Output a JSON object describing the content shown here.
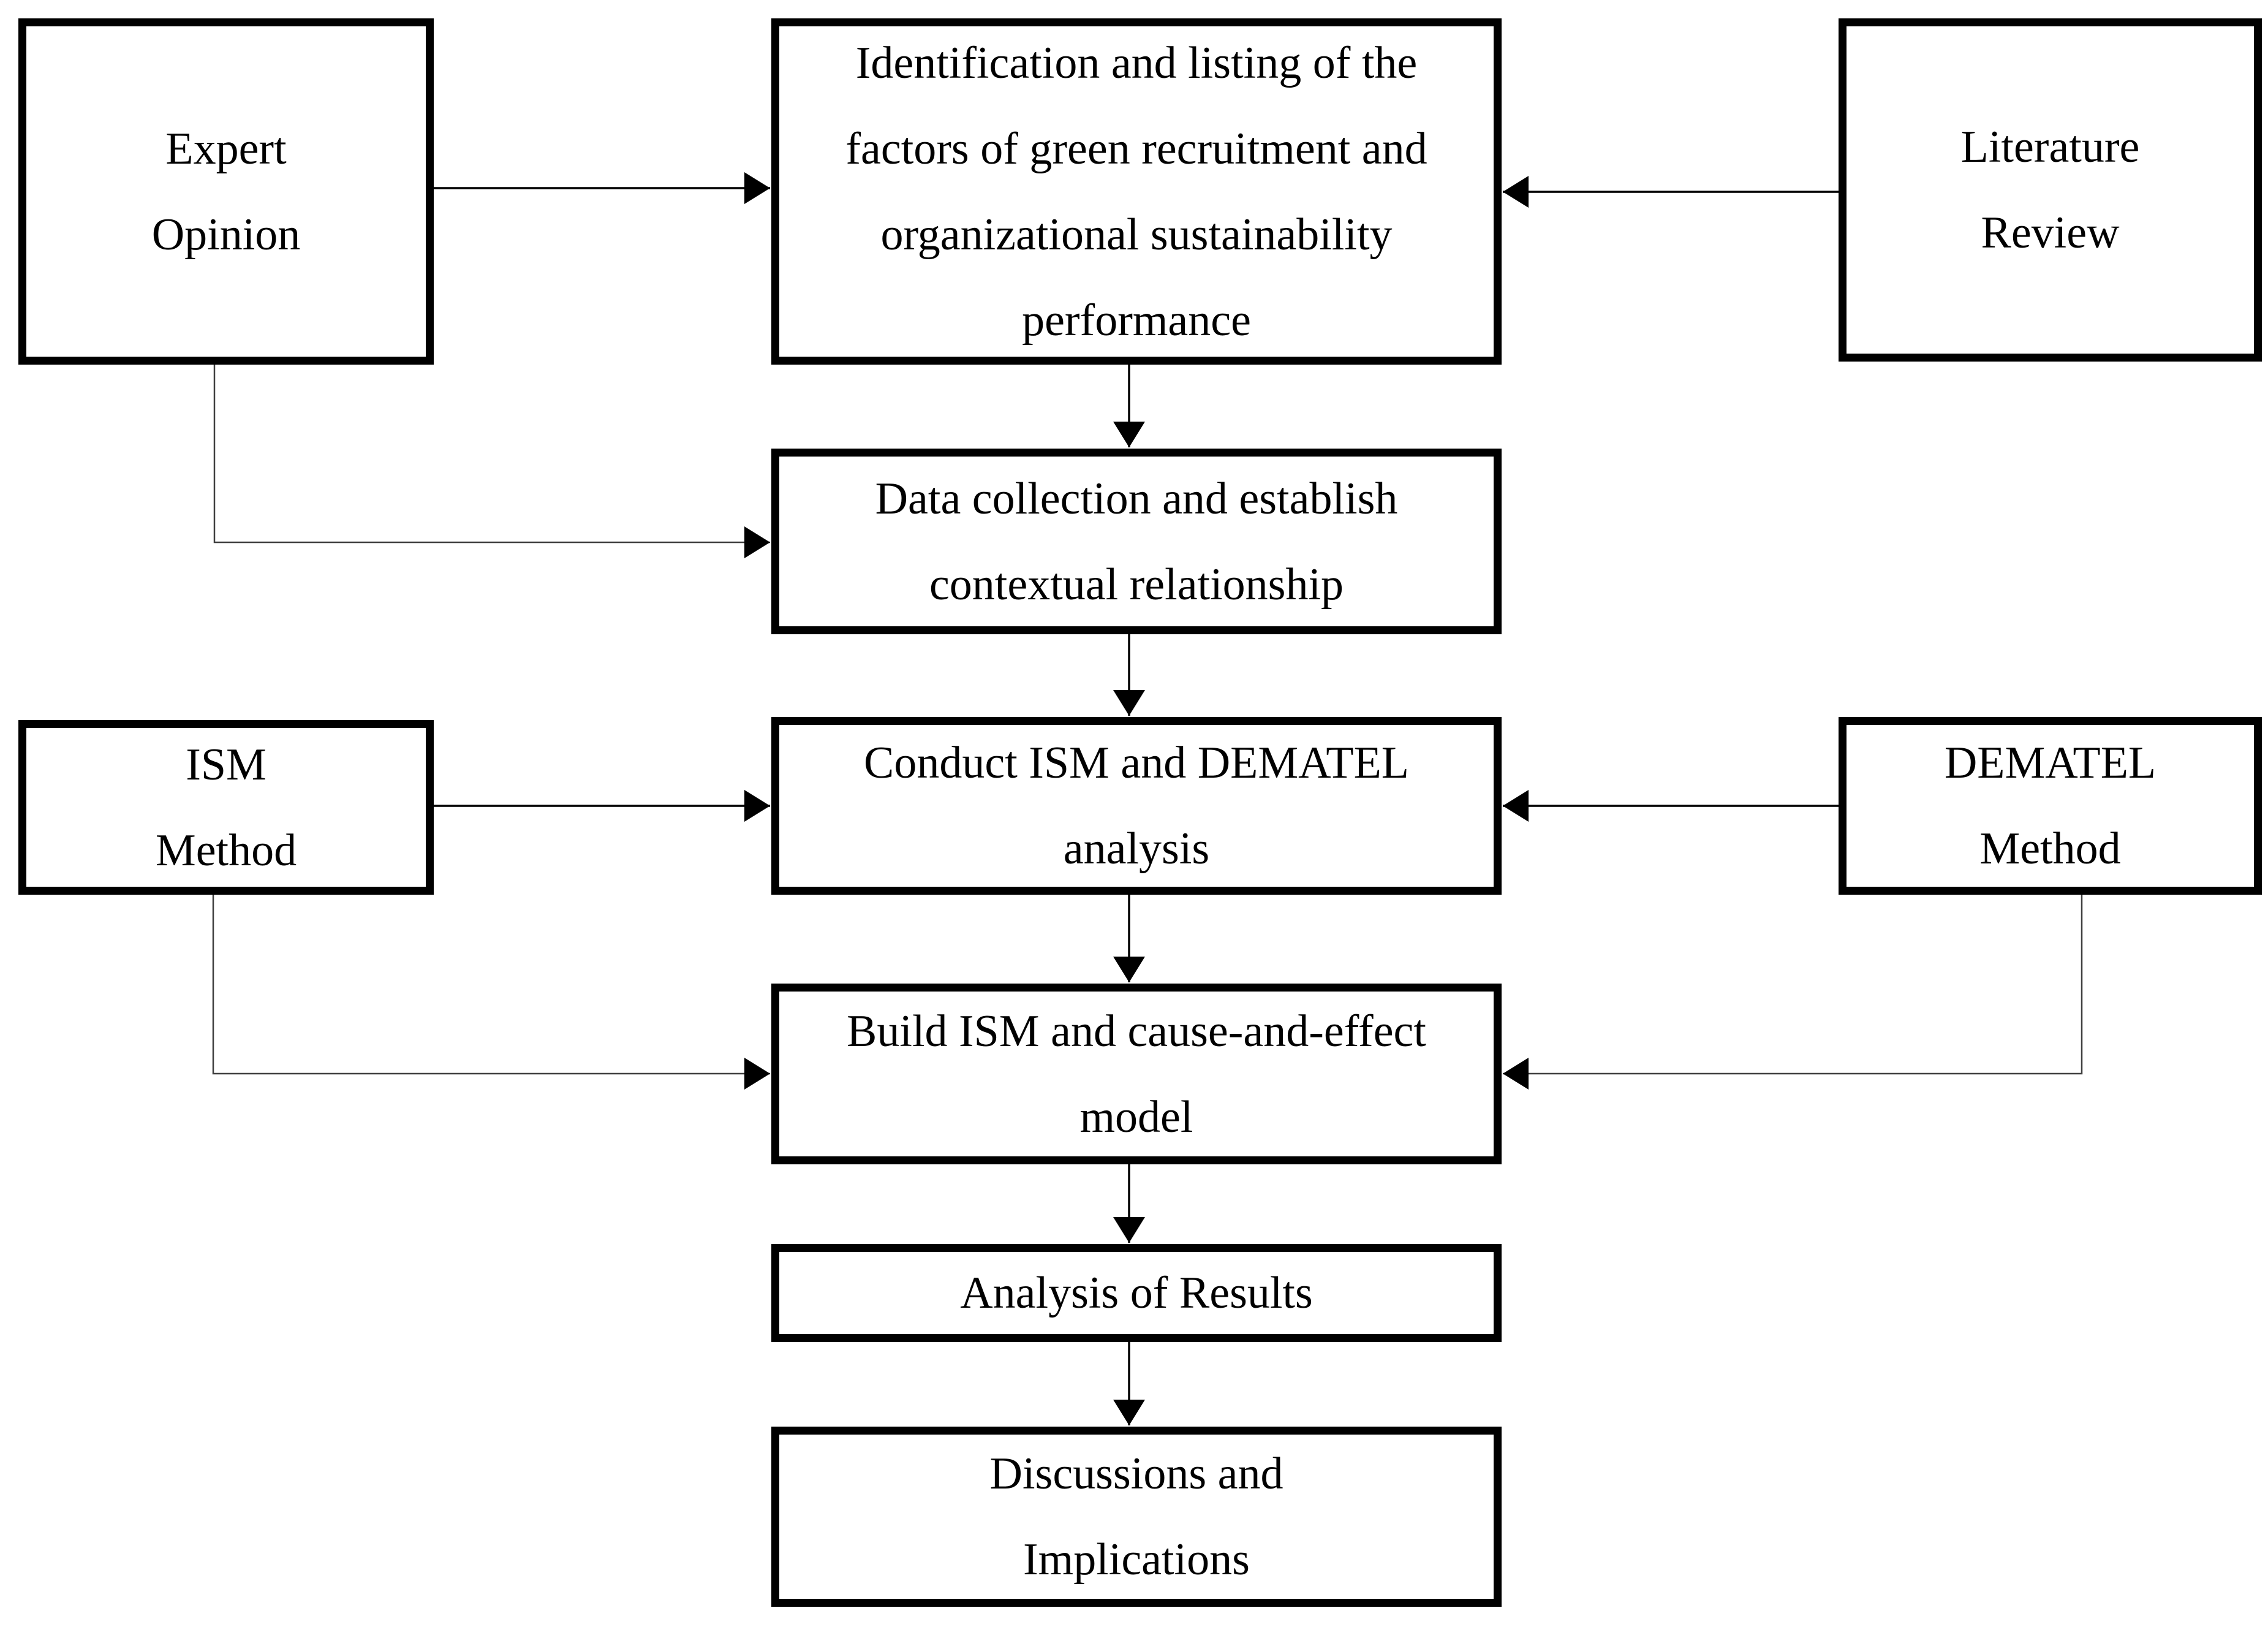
{
  "figure": {
    "type": "flowchart",
    "background_color": "#ffffff",
    "box_border_color": "#000000",
    "text_color": "#000000",
    "arrow_color": "#000000",
    "connector_color": "#3f3f3f"
  },
  "nodes": {
    "expert_opinion": {
      "label": "Expert Opinion",
      "lines": [
        "Expert",
        "Opinion"
      ]
    },
    "identification": {
      "label": "Identification and listing of the factors of green recruitment and organizational sustainability performance",
      "lines": [
        "Identification and listing of the",
        "factors of green recruitment and",
        "organizational sustainability",
        "performance"
      ]
    },
    "literature_review": {
      "label": "Literature Review",
      "lines": [
        "Literature",
        "Review"
      ]
    },
    "data_collection": {
      "label": "Data collection and establish contextual relationship",
      "lines": [
        "Data collection and establish",
        "contextual relationship"
      ]
    },
    "ism_method": {
      "label": "ISM Method",
      "lines": [
        "ISM",
        "Method"
      ]
    },
    "conduct_analysis": {
      "label": "Conduct ISM and DEMATEL analysis",
      "lines": [
        "Conduct ISM and DEMATEL",
        "analysis"
      ]
    },
    "dematel_method": {
      "label": "DEMATEL Method",
      "lines": [
        "DEMATEL",
        "Method"
      ]
    },
    "build_model": {
      "label": "Build ISM and cause-and-effect model",
      "lines": [
        "Build ISM and cause-and-effect",
        "model"
      ]
    },
    "analysis_results": {
      "label": "Analysis of Results",
      "lines": [
        "Analysis of Results"
      ]
    },
    "discussions_implications": {
      "label": "Discussions and Implications",
      "lines": [
        "Discussions and",
        "Implications"
      ]
    }
  },
  "edges": [
    {
      "from": "expert_opinion",
      "to": "identification",
      "style": "arrow"
    },
    {
      "from": "literature_review",
      "to": "identification",
      "style": "arrow"
    },
    {
      "from": "identification",
      "to": "data_collection",
      "style": "arrow"
    },
    {
      "from": "expert_opinion",
      "to": "data_collection",
      "style": "elbow-arrow"
    },
    {
      "from": "data_collection",
      "to": "conduct_analysis",
      "style": "arrow"
    },
    {
      "from": "ism_method",
      "to": "conduct_analysis",
      "style": "arrow"
    },
    {
      "from": "dematel_method",
      "to": "conduct_analysis",
      "style": "arrow"
    },
    {
      "from": "conduct_analysis",
      "to": "build_model",
      "style": "arrow"
    },
    {
      "from": "ism_method",
      "to": "build_model",
      "style": "elbow-arrow"
    },
    {
      "from": "dematel_method",
      "to": "build_model",
      "style": "elbow-arrow"
    },
    {
      "from": "build_model",
      "to": "analysis_results",
      "style": "arrow"
    },
    {
      "from": "analysis_results",
      "to": "discussions_implications",
      "style": "arrow"
    }
  ]
}
